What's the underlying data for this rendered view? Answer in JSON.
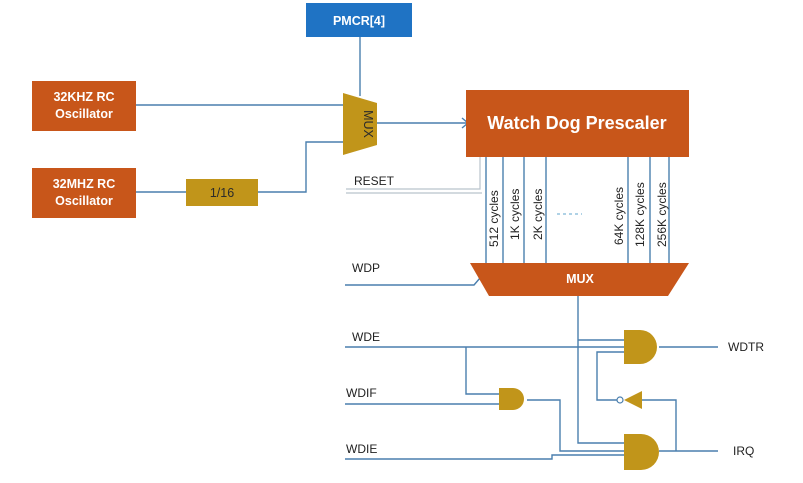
{
  "blocks": {
    "pmcr": "PMCR[4]",
    "osc32k": [
      "32KHZ RC",
      "Oscillator"
    ],
    "osc32m": [
      "32MHZ RC",
      "Oscillator"
    ],
    "divider": "1/16",
    "mux_top": "MUX",
    "prescaler": "Watch Dog Prescaler",
    "mux_bottom": "MUX"
  },
  "signals": {
    "reset": "RESET",
    "wdp": "WDP",
    "wde": "WDE",
    "wdif": "WDIF",
    "wdie": "WDIE",
    "wdtr": "WDTR",
    "irq": "IRQ"
  },
  "cycles": {
    "left": [
      "512 cycles",
      "1K cycles",
      "2K cycles"
    ],
    "right": [
      "64K cycles",
      "128K cycles",
      "256K cycles"
    ]
  },
  "colors": {
    "orange": "#c8561a",
    "gold": "#c1951a",
    "blue": "#1f73c4",
    "wire": "#4a7fae"
  }
}
